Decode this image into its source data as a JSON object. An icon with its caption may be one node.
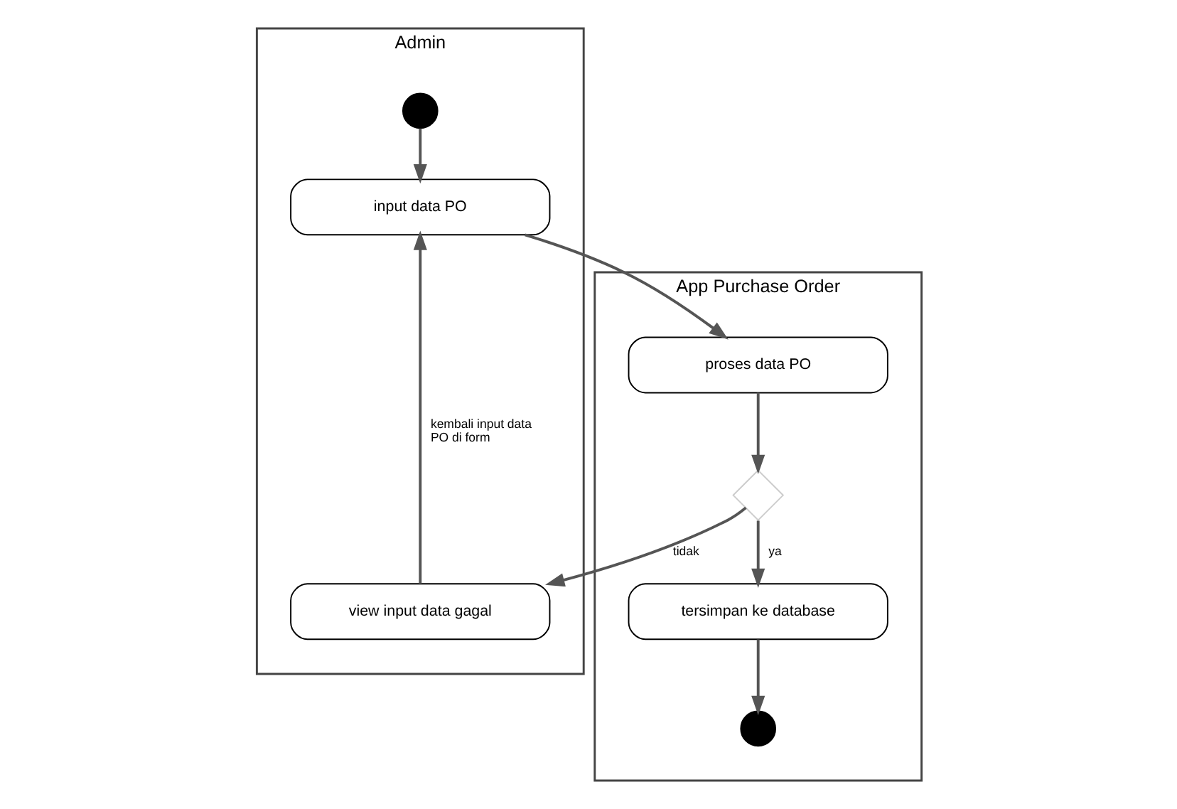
{
  "diagram": {
    "nodes": [
      {
        "text": [
          "Admin"
        ]
      },
      {
        "text": [
          "App Purchase Order"
        ]
      },
      {
        "text": [],
        "shape": "circle",
        "in": 0
      },
      {
        "text": [
          "input data PO"
        ],
        "in": 0
      },
      {
        "text": [
          "view input data gagal"
        ],
        "in": 0
      },
      {
        "text": [
          "proses data PO"
        ],
        "in": 1
      },
      {
        "text": [],
        "shape": "diamond",
        "in": 1
      },
      {
        "text": [
          "tersimpan ke database"
        ],
        "in": 1
      },
      {
        "text": [],
        "shape": "circle",
        "in": 1
      }
    ],
    "edges": [
      {
        "from": 2,
        "to": 3,
        "arrow": "to"
      },
      {
        "from": 3,
        "to": 5,
        "arrow": "to"
      },
      {
        "from": 5,
        "to": 6,
        "arrow": "to"
      },
      {
        "from": 6,
        "to": 4,
        "arrow": "to",
        "label": "tidak"
      },
      {
        "from": 6,
        "to": 7,
        "arrow": "to",
        "label": "ya"
      },
      {
        "from": 7,
        "to": 8,
        "arrow": "to"
      },
      {
        "from": 4,
        "to": 3,
        "arrow": "to",
        "label": "kembali input data PO di form"
      }
    ]
  }
}
